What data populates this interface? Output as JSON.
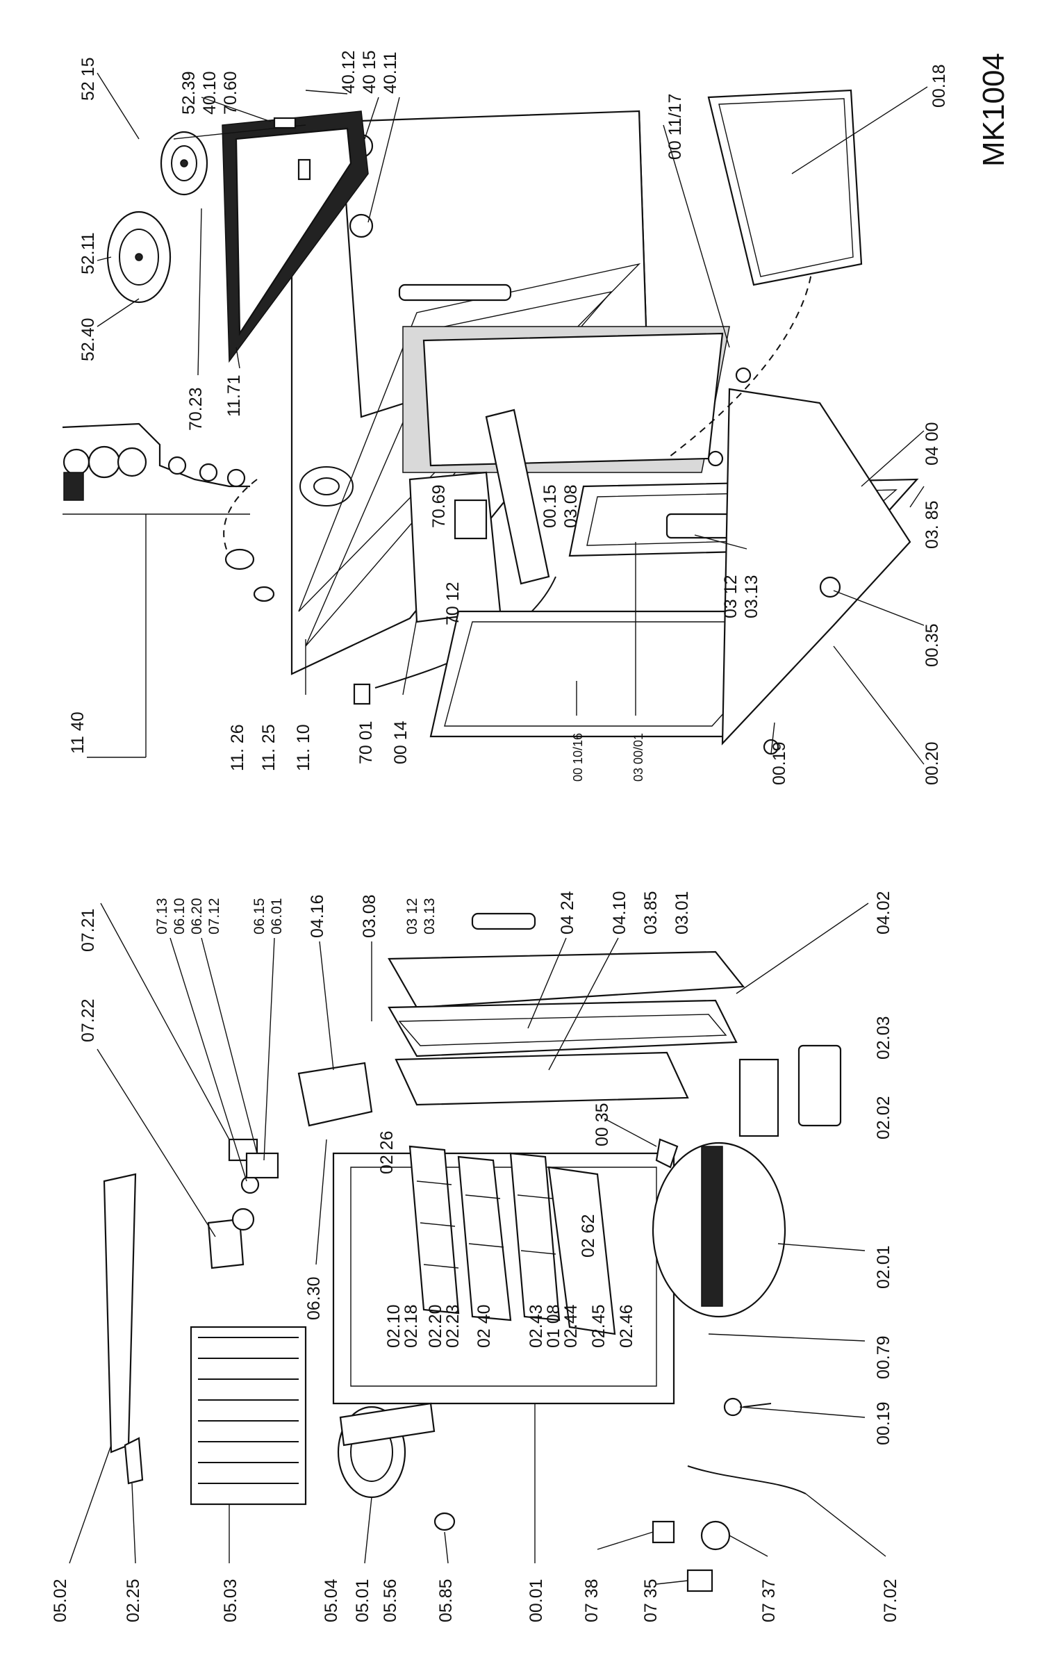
{
  "drawing": {
    "code": "MK1004"
  },
  "bottom_diagram": {
    "labels": [
      "05.02",
      "02.25",
      "05.03",
      "05.04",
      "05.01",
      "05.56",
      "05.85",
      "00.01",
      "07 38",
      "07 35",
      "07 37",
      "07.02",
      "07.22",
      "07.21",
      "07.13",
      "06.10",
      "06.20",
      "07.12",
      "06.15",
      "06.01",
      "04.16",
      "03.08",
      "06.30",
      "02 26",
      "02.10",
      "02.18",
      "02.20",
      "02.23",
      "02 40",
      "02.43",
      "01 08",
      "02.44",
      "02.45",
      "02.46",
      "02 62",
      "03 12",
      "03.13",
      "04 24",
      "04.10",
      "03.85",
      "03.01",
      "04.02",
      "00 35",
      "02.03",
      "02.02",
      "02.01",
      "00.79",
      "00.19"
    ]
  },
  "top_diagram": {
    "labels": [
      "52 15",
      "52.39",
      "40.10",
      "70.60",
      "40.12",
      "40 15",
      "40.11",
      "52.11",
      "52.40",
      "70.23",
      "11.71",
      "00 11/17",
      "00.18",
      "11 40",
      "11. 26",
      "11. 25",
      "11. 10",
      "70 01",
      "00 14",
      "70.69",
      "70 12",
      "00.15",
      "03.08",
      "00 10/16",
      "03 00/01",
      "03 12",
      "03.13",
      "04 00",
      "03. 85",
      "00.35",
      "00.19",
      "00.20"
    ]
  }
}
